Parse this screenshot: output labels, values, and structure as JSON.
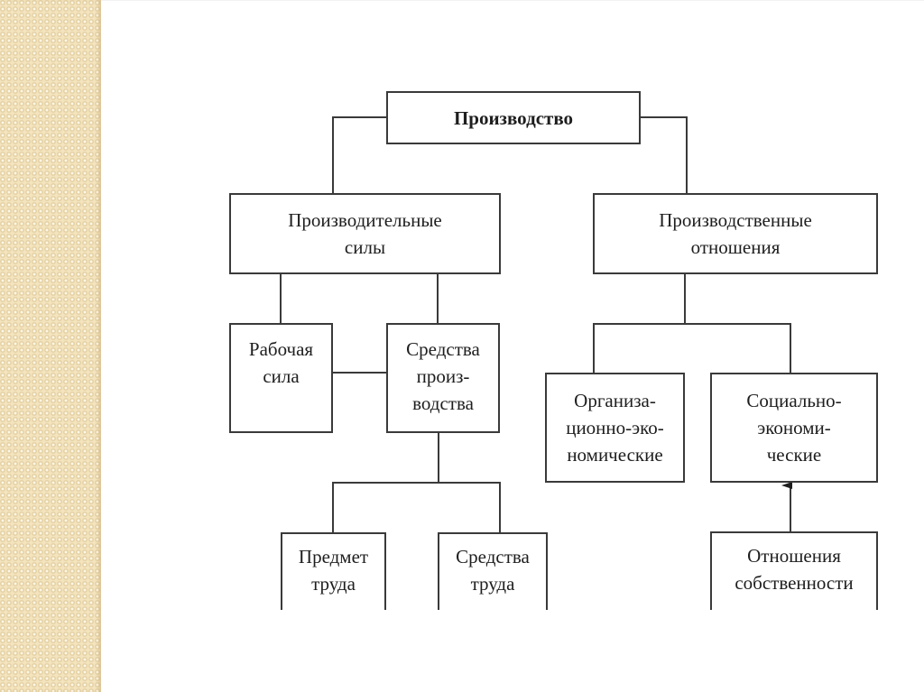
{
  "diagram": {
    "title": "Производство",
    "nodes": {
      "production": {
        "lines": [
          "Производство"
        ]
      },
      "productive_forces": {
        "lines": [
          "Производительные",
          "силы"
        ]
      },
      "relations_of_production": {
        "lines": [
          "Производственные",
          "отношения"
        ]
      },
      "labor_force": {
        "lines": [
          "Рабочая",
          "сила"
        ]
      },
      "means_of_production": {
        "lines": [
          "Средства",
          "произ-",
          "водства"
        ]
      },
      "org_economic": {
        "lines": [
          "Организа-",
          "ционно-эко-",
          "номические"
        ]
      },
      "socio_economic": {
        "lines": [
          "Социально-",
          "экономи-",
          "ческие"
        ]
      },
      "object_of_labor": {
        "lines": [
          "Предмет",
          "труда"
        ]
      },
      "means_of_labor": {
        "lines": [
          "Средства",
          "труда"
        ]
      },
      "property_relations": {
        "lines": [
          "Отношения",
          "собственности"
        ]
      }
    },
    "edges": [
      {
        "from": "production",
        "to": "productive_forces",
        "type": "line"
      },
      {
        "from": "production",
        "to": "relations_of_production",
        "type": "line"
      },
      {
        "from": "productive_forces",
        "to": "labor_force",
        "type": "line"
      },
      {
        "from": "productive_forces",
        "to": "means_of_production",
        "type": "line"
      },
      {
        "from": "labor_force",
        "to": "means_of_production",
        "type": "line"
      },
      {
        "from": "means_of_production",
        "to": "object_of_labor",
        "type": "line"
      },
      {
        "from": "means_of_production",
        "to": "means_of_labor",
        "type": "line"
      },
      {
        "from": "relations_of_production",
        "to": "org_economic",
        "type": "line"
      },
      {
        "from": "relations_of_production",
        "to": "socio_economic",
        "type": "line"
      },
      {
        "from": "property_relations",
        "to": "socio_economic",
        "type": "arrow"
      }
    ]
  },
  "colors": {
    "side_strip": "#f4e4be",
    "line": "#3a3a3a",
    "text": "#1e1e1e",
    "background": "#ffffff"
  }
}
